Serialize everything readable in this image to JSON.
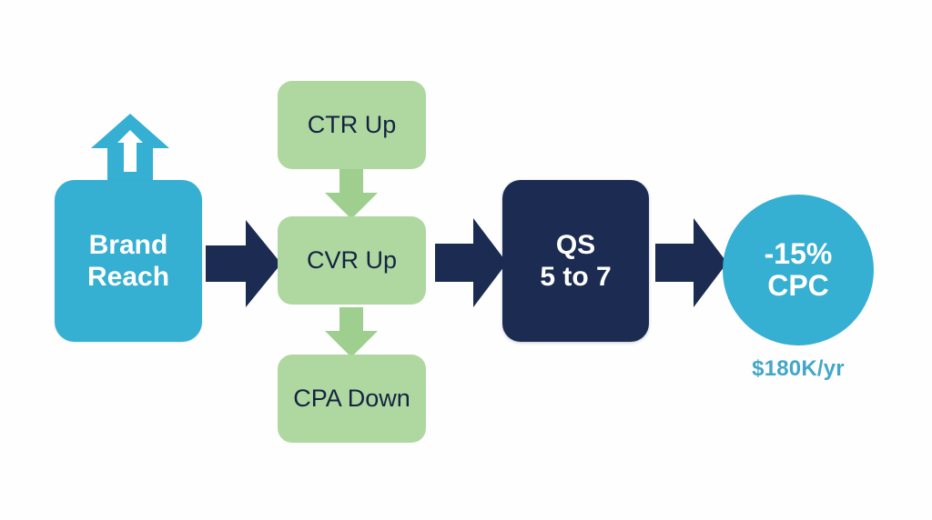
{
  "diagram": {
    "type": "flow-diagram",
    "background_color": "#fefeff",
    "colors": {
      "source_blue": "#35AFD2",
      "metric_green": "#AFD8A1",
      "outcome_navy": "#1B2B52",
      "arrow_navy": "#1B2B52",
      "arrow_green": "#9ECF8E",
      "result_blue": "#35AFD2",
      "caption_blue": "#44A7C8",
      "text_light": "#ffffff",
      "text_dark": "#152341"
    },
    "source": {
      "label": "Brand\nReach",
      "line1": "Brand",
      "line2": "Reach",
      "growth_icon": "arrow-up-icon"
    },
    "metrics": [
      {
        "label": "CTR Up",
        "id": "ctr-up"
      },
      {
        "label": "CVR Up",
        "id": "cvr-up"
      },
      {
        "label": "CPA Down",
        "id": "cpa-down"
      }
    ],
    "metric_connectors": [
      {
        "icon": "arrow-down-icon",
        "from": "CTR Up",
        "to": "CVR Up"
      },
      {
        "icon": "arrow-down-icon",
        "from": "CVR Up",
        "to": "CPA Down"
      }
    ],
    "outcome": {
      "label": "QS\n5 to 7",
      "line1": "QS",
      "line2": "5 to 7"
    },
    "result": {
      "line1": "-15%",
      "line2": "CPC",
      "caption": "$180K/yr"
    },
    "flow_connectors": [
      {
        "icon": "arrow-right-icon",
        "from": "Brand Reach",
        "to": "CVR Up"
      },
      {
        "icon": "arrow-right-icon",
        "from": "CVR Up",
        "to": "QS 5 to 7"
      },
      {
        "icon": "arrow-right-icon",
        "from": "QS 5 to 7",
        "to": "-15% CPC"
      }
    ]
  }
}
